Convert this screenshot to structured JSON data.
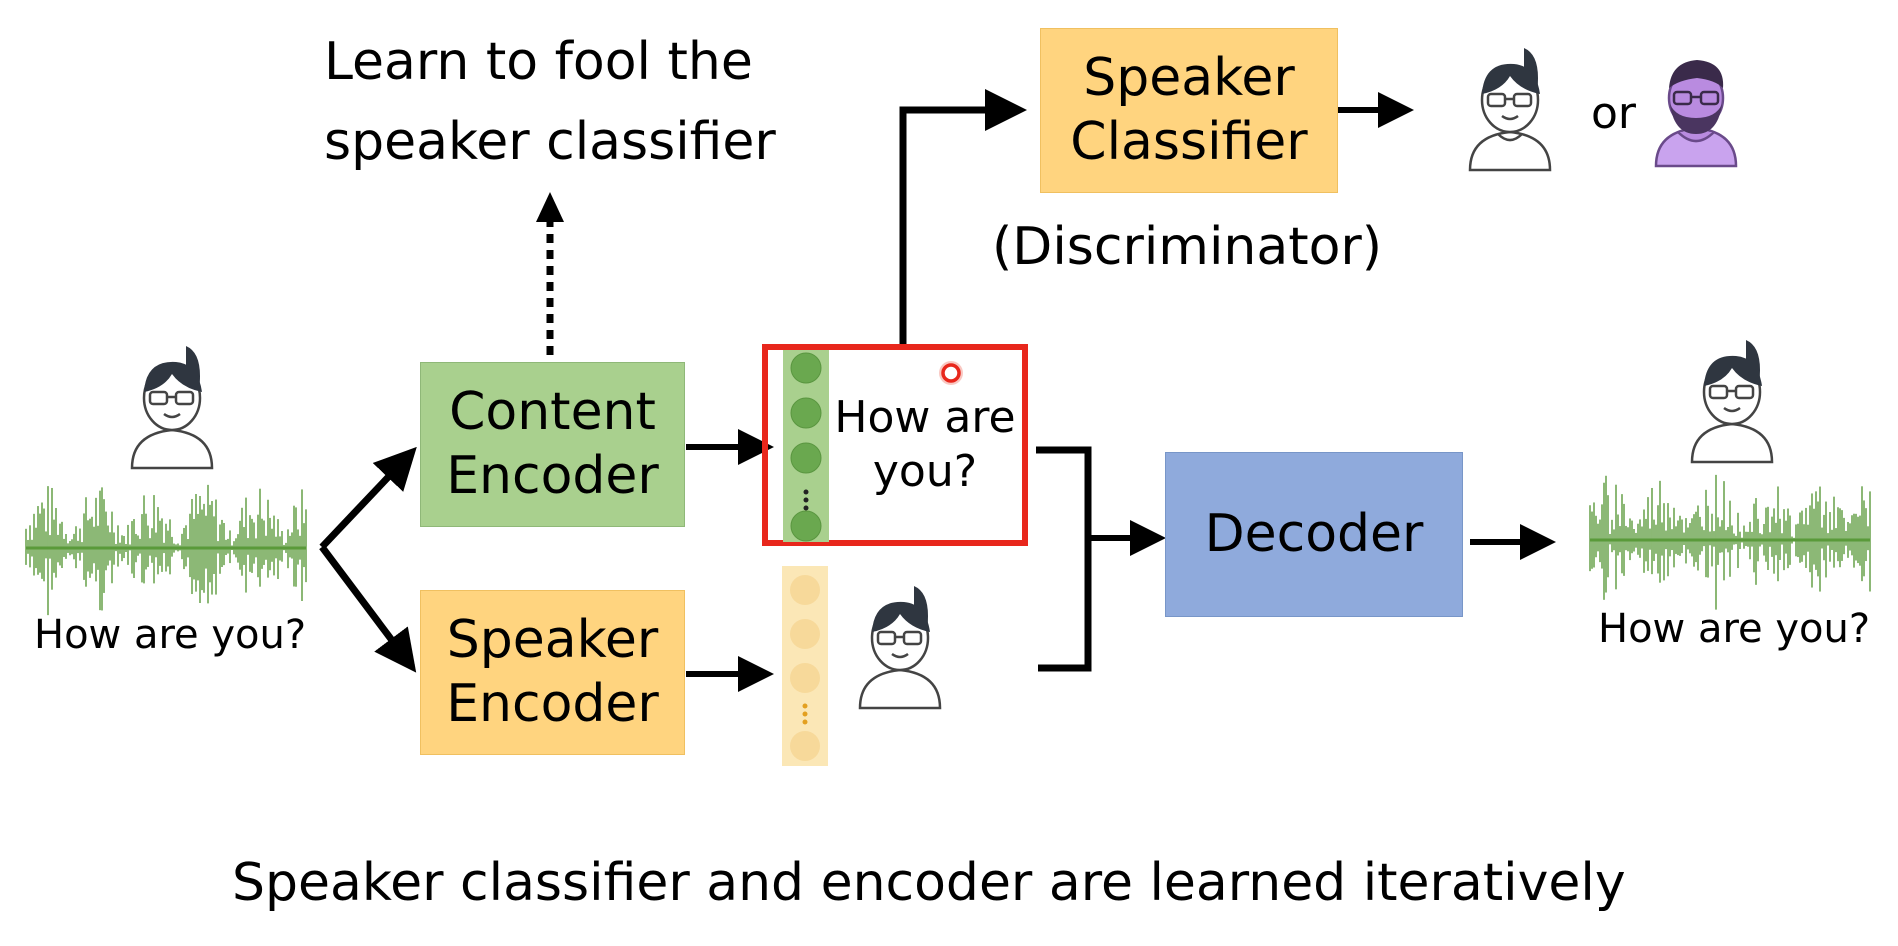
{
  "top_note": {
    "line1": "Learn to fool the",
    "line2": "speaker classifier"
  },
  "speaker_classifier": {
    "line1": "Speaker",
    "line2": "Classifier"
  },
  "discriminator_label": "(Discriminator)",
  "or_label": "or",
  "content_encoder": {
    "line1": "Content",
    "line2": "Encoder"
  },
  "speaker_encoder": {
    "line1": "Speaker",
    "line2": "Encoder"
  },
  "content_vector_text": {
    "line1": "How are",
    "line2": "you?"
  },
  "decoder": "Decoder",
  "input_caption": "How are you?",
  "output_caption": "How are you?",
  "bottom_caption": "Speaker classifier and encoder are learned iteratively",
  "colors": {
    "content_green": "#a9d08e",
    "speaker_orange": "#ffd47f",
    "decoder_blue": "#8faadc",
    "highlight_red": "#e8271c",
    "waveform_green": "#5a9a3a",
    "avatar_purple": "#b98be0"
  }
}
